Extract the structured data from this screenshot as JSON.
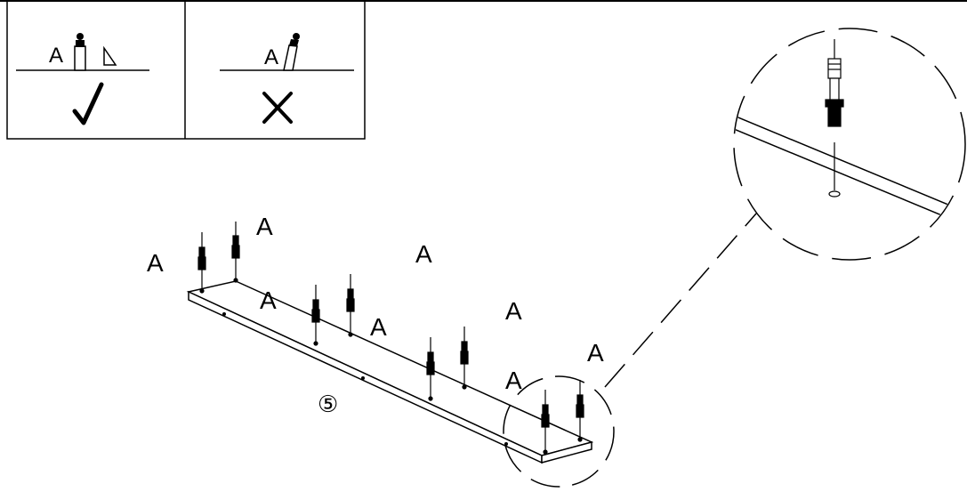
{
  "instructions": {
    "correct_panel": {
      "part_label": "A"
    },
    "wrong_panel": {
      "part_label": "A"
    }
  },
  "board": {
    "part_number": "⑤",
    "screw_labels": [
      "A",
      "A",
      "A",
      "A",
      "A",
      "A",
      "A",
      "A"
    ]
  },
  "colors": {
    "ink": "#000000",
    "paper": "#ffffff"
  },
  "icons": [
    "check-mark-icon",
    "cross-mark-icon",
    "triangle-icon",
    "dowel-screw-icon"
  ]
}
